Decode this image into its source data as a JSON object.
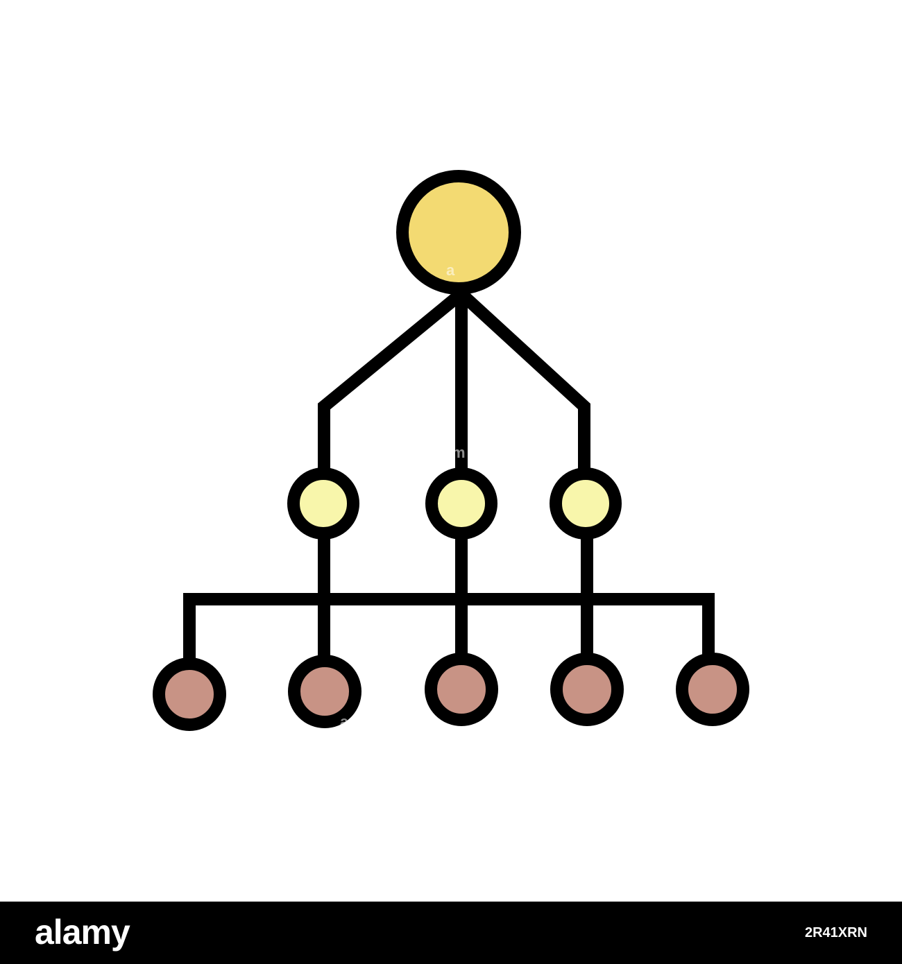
{
  "icon": {
    "name": "hierarchy-icon",
    "colors": {
      "stroke": "#000000",
      "root_fill": "#f3da72",
      "middle_fill": "#f8f6ab",
      "leaf_fill": "#c89385"
    },
    "levels": {
      "root_count": 1,
      "middle_count": 3,
      "leaf_count": 5
    }
  },
  "watermark": {
    "letters": [
      "a",
      "m",
      "a"
    ]
  },
  "footer": {
    "brand": "alamy",
    "image_id": "2R41XRN",
    "background": "#000000"
  }
}
